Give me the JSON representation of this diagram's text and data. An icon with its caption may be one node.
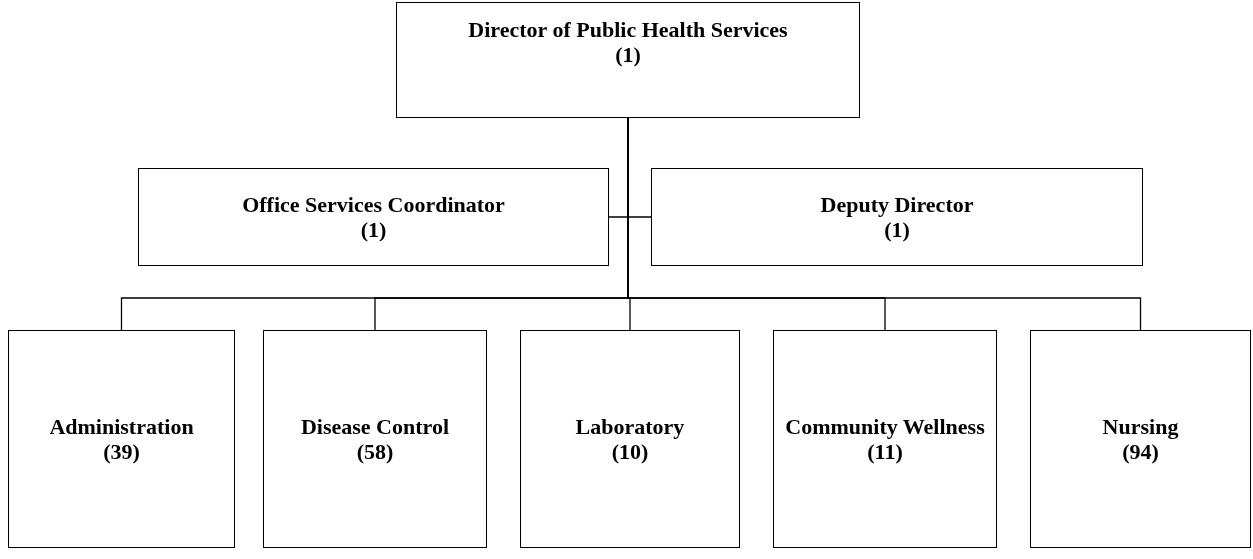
{
  "diagram": {
    "nodes": [
      {
        "text": [
          "Director of Public Health Services",
          "(1)"
        ]
      },
      {
        "text": [
          "Office Services Coordinator",
          "(1)"
        ]
      },
      {
        "text": [
          "Deputy Director",
          "(1)"
        ]
      },
      {
        "text": [
          "Administration",
          "(39)"
        ]
      },
      {
        "text": [
          "Disease Control",
          "(58)"
        ]
      },
      {
        "text": [
          "Laboratory",
          "(10)"
        ]
      },
      {
        "text": [
          "Community Wellness",
          "(11)"
        ]
      },
      {
        "text": [
          "Nursing",
          "(94)"
        ]
      }
    ],
    "edges": [
      {
        "from": 0,
        "to": 1,
        "arrow": "none"
      },
      {
        "from": 0,
        "to": 2,
        "arrow": "none"
      },
      {
        "from": 0,
        "to": 3,
        "arrow": "none"
      },
      {
        "from": 0,
        "to": 4,
        "arrow": "none"
      },
      {
        "from": 0,
        "to": 5,
        "arrow": "none"
      },
      {
        "from": 0,
        "to": 6,
        "arrow": "none"
      },
      {
        "from": 0,
        "to": 7,
        "arrow": "none"
      }
    ]
  }
}
